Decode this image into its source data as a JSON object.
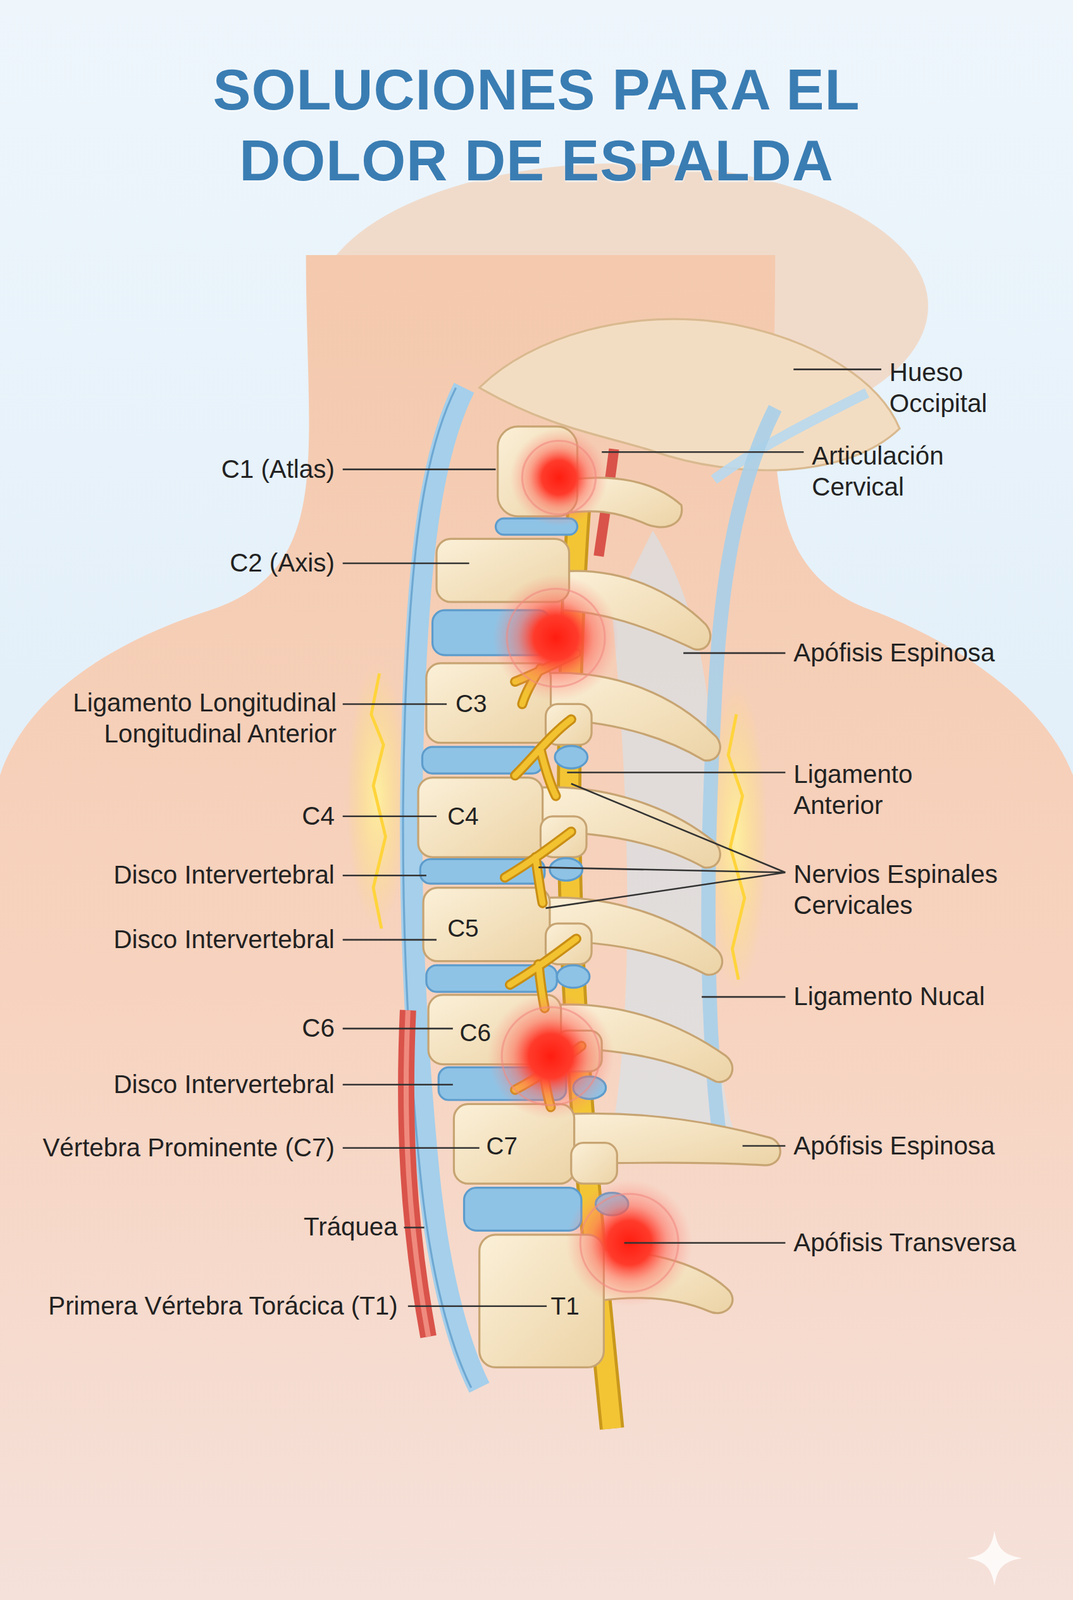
{
  "diagram": {
    "title": "SOLUCIONES PARA EL DOLOR DE ESPALDA",
    "labels": [
      "Hueso Occipital",
      "C1 (Atlas)",
      "Articulación Cervical",
      "C2 (Axis)",
      "Apófisis Espinosa",
      "Ligamento Longitudinal Longitudinal Anterior",
      "C3",
      "Ligamento Anterior",
      "C4",
      "C4",
      "Nervios Espinales Cervicales",
      "Disco Intervertebral",
      "Disco Intervertebral",
      "C5",
      "Ligamento Nucal",
      "C6",
      "C6",
      "Disco Intervertebral",
      "Vértebra Prominente (C7)",
      "C7",
      "Apófisis Espinosa",
      "Tráquea",
      "Apófisis Transversa",
      "Primera Vértebra Torácica (T1)",
      "T1"
    ]
  }
}
